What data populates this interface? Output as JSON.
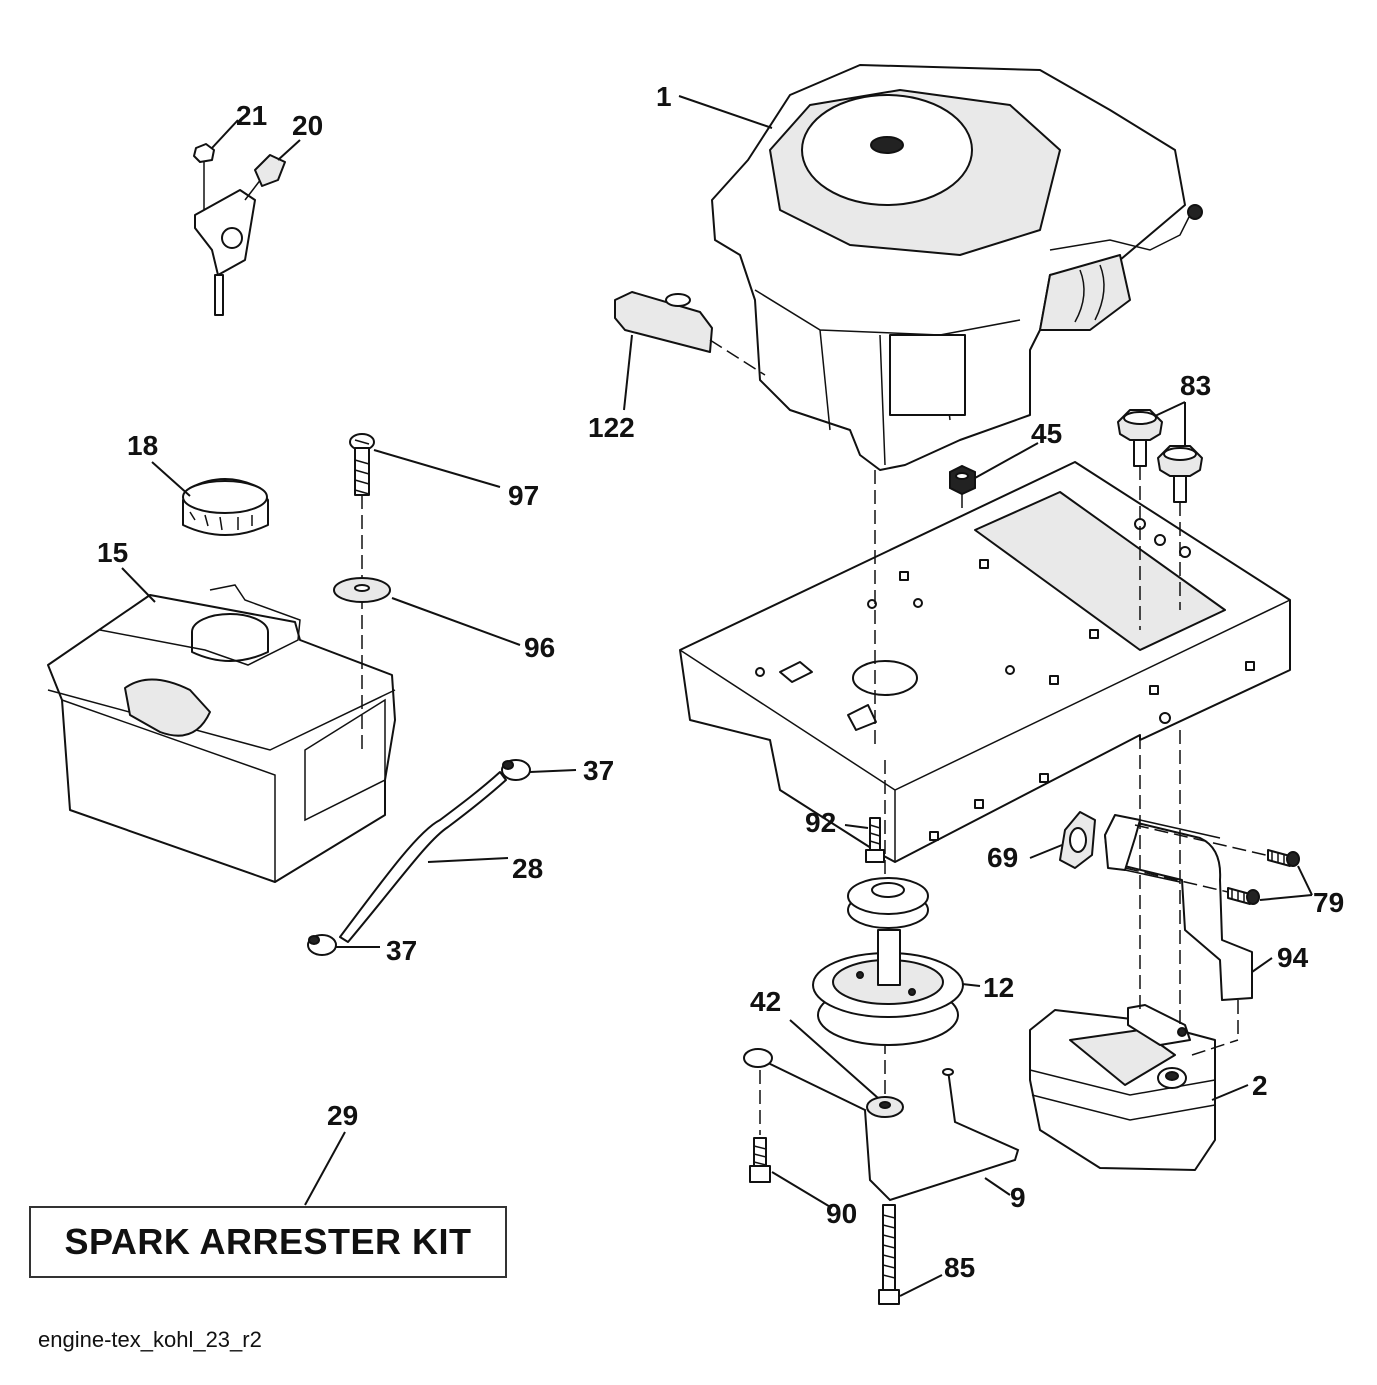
{
  "callouts": {
    "c1": "1",
    "c2": "2",
    "c9": "9",
    "c12": "12",
    "c15": "15",
    "c18": "18",
    "c20": "20",
    "c21": "21",
    "c28": "28",
    "c29": "29",
    "c37a": "37",
    "c37b": "37",
    "c42": "42",
    "c45": "45",
    "c69": "69",
    "c79": "79",
    "c83": "83",
    "c85": "85",
    "c90": "90",
    "c92": "92",
    "c94": "94",
    "c96": "96",
    "c97": "97",
    "c122": "122"
  },
  "kit_label": "SPARK ARRESTER KIT",
  "drawing_id": "engine-tex_kohl_23_r2"
}
